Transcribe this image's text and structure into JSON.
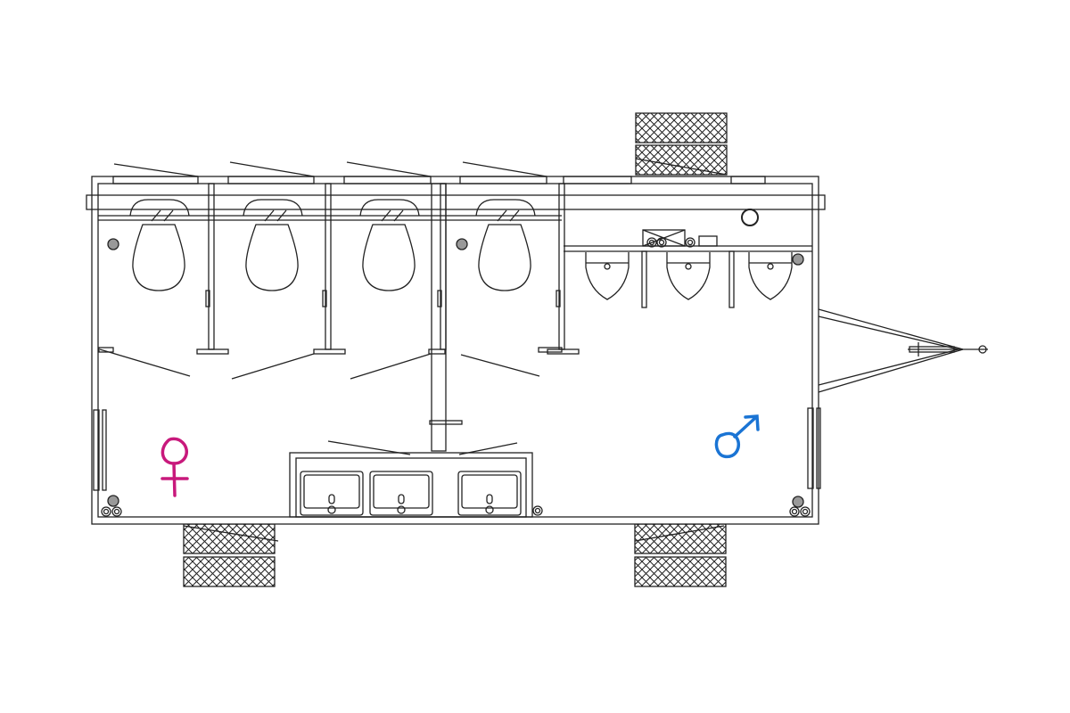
{
  "diagram": {
    "type": "floor-plan",
    "subject": "toilet-trailer",
    "womens_stalls": 4,
    "urinals": 3,
    "sinks": 3,
    "symbols": {
      "female": {
        "icon": "female-symbol-icon",
        "color": "#c8197c"
      },
      "male": {
        "icon": "male-symbol-icon",
        "color": "#1a74d4"
      }
    },
    "line_color": "#222222"
  }
}
